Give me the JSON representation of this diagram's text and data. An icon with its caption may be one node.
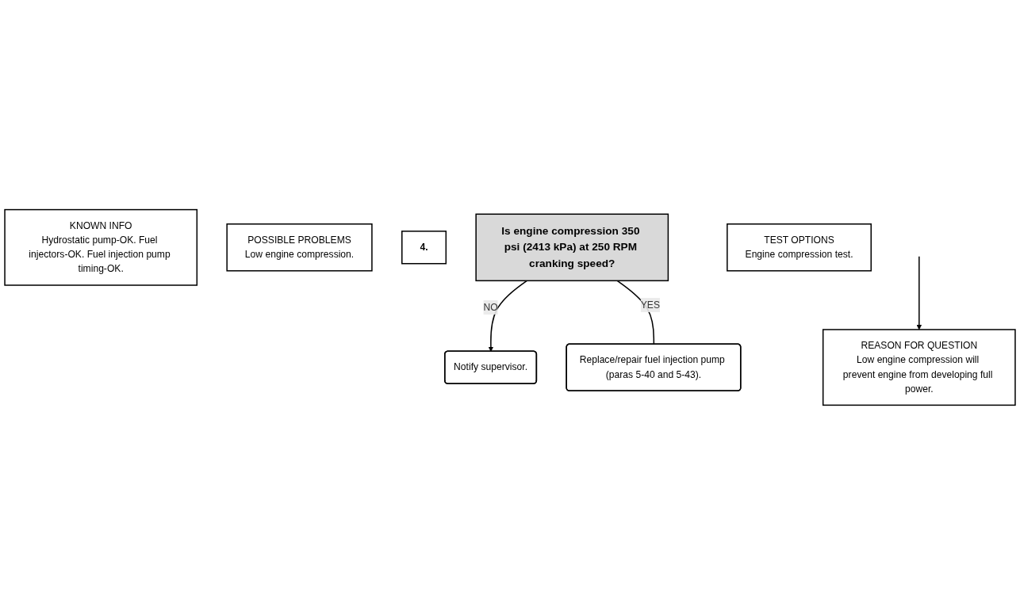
{
  "diagram": {
    "nodes": [
      {
        "text": [
          "KNOWN INFO",
          "Hydrostatic pump-OK. Fuel injectors-OK. Fuel injection pump timing-OK."
        ]
      },
      {
        "text": [
          "POSSIBLE PROBLEMS",
          "Low engine compression."
        ]
      },
      {
        "text": [
          "4."
        ]
      },
      {
        "text": [
          "Is engine compression 350 psi (2413 kPa) at 250 RPM cranking speed?"
        ]
      },
      {
        "text": [
          "Notify supervisor."
        ]
      },
      {
        "text": [
          "Replace/repair fuel injection pump (paras 5-40 and 5-43)."
        ]
      },
      {
        "text": [
          "TEST OPTIONS",
          "Engine compression test."
        ]
      },
      {
        "text": [
          "REASON FOR QUESTION",
          "Low engine compression will prevent engine from developing full power."
        ]
      }
    ],
    "edges": [
      {
        "from": 3,
        "to": 4,
        "arrow": "to",
        "label": "NO"
      },
      {
        "from": 3,
        "to": 5,
        "arrow": "none",
        "label": "YES"
      },
      {
        "from": null,
        "to": 7,
        "arrow": "to"
      }
    ]
  }
}
